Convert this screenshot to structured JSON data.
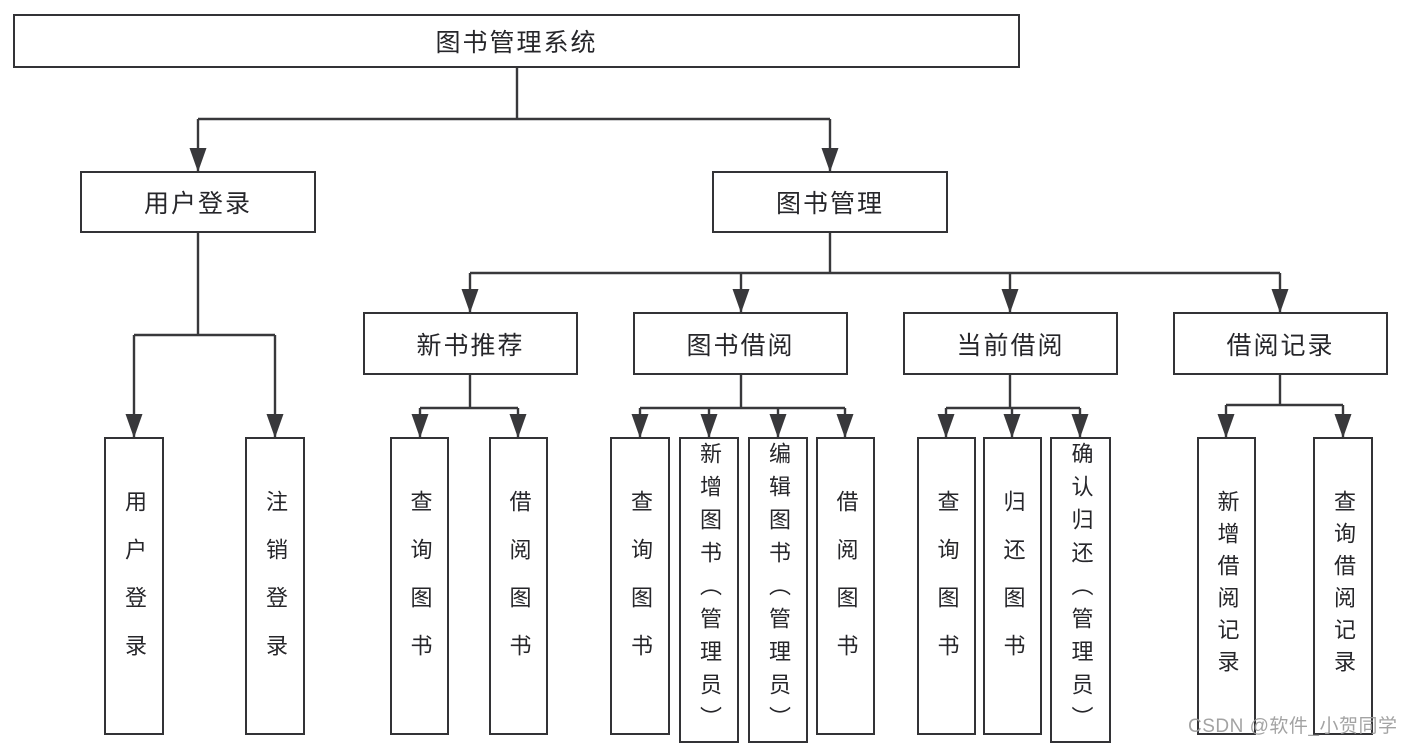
{
  "nodes": {
    "root": {
      "label": "图书管理系统"
    },
    "level1": [
      {
        "label": "用户登录"
      },
      {
        "label": "图书管理"
      }
    ],
    "level2": [
      {
        "label": "新书推荐"
      },
      {
        "label": "图书借阅"
      },
      {
        "label": "当前借阅"
      },
      {
        "label": "借阅记录"
      }
    ],
    "leaves": {
      "user_login": [
        {
          "label": "用户登录"
        },
        {
          "label": "注销登录"
        }
      ],
      "new_book": [
        {
          "label": "查询图书"
        },
        {
          "label": "借阅图书"
        }
      ],
      "book_borrow": [
        {
          "label": "查询图书"
        },
        {
          "label": "新增图书（管理员）"
        },
        {
          "label": "编辑图书（管理员）"
        },
        {
          "label": "借阅图书"
        }
      ],
      "current_borrow": [
        {
          "label": "查询图书"
        },
        {
          "label": "归还图书"
        },
        {
          "label": "确认归还（管理员）"
        }
      ],
      "borrow_records": [
        {
          "label": "新增借阅记录"
        },
        {
          "label": "查询借阅记录"
        }
      ]
    }
  },
  "watermark": {
    "text": "CSDN @软件_小贺同学"
  },
  "colors": {
    "line": "#38383b",
    "box_border": "#333336",
    "text": "#26262a",
    "watermark": "#9c9c9c",
    "background": "#ffffff"
  }
}
